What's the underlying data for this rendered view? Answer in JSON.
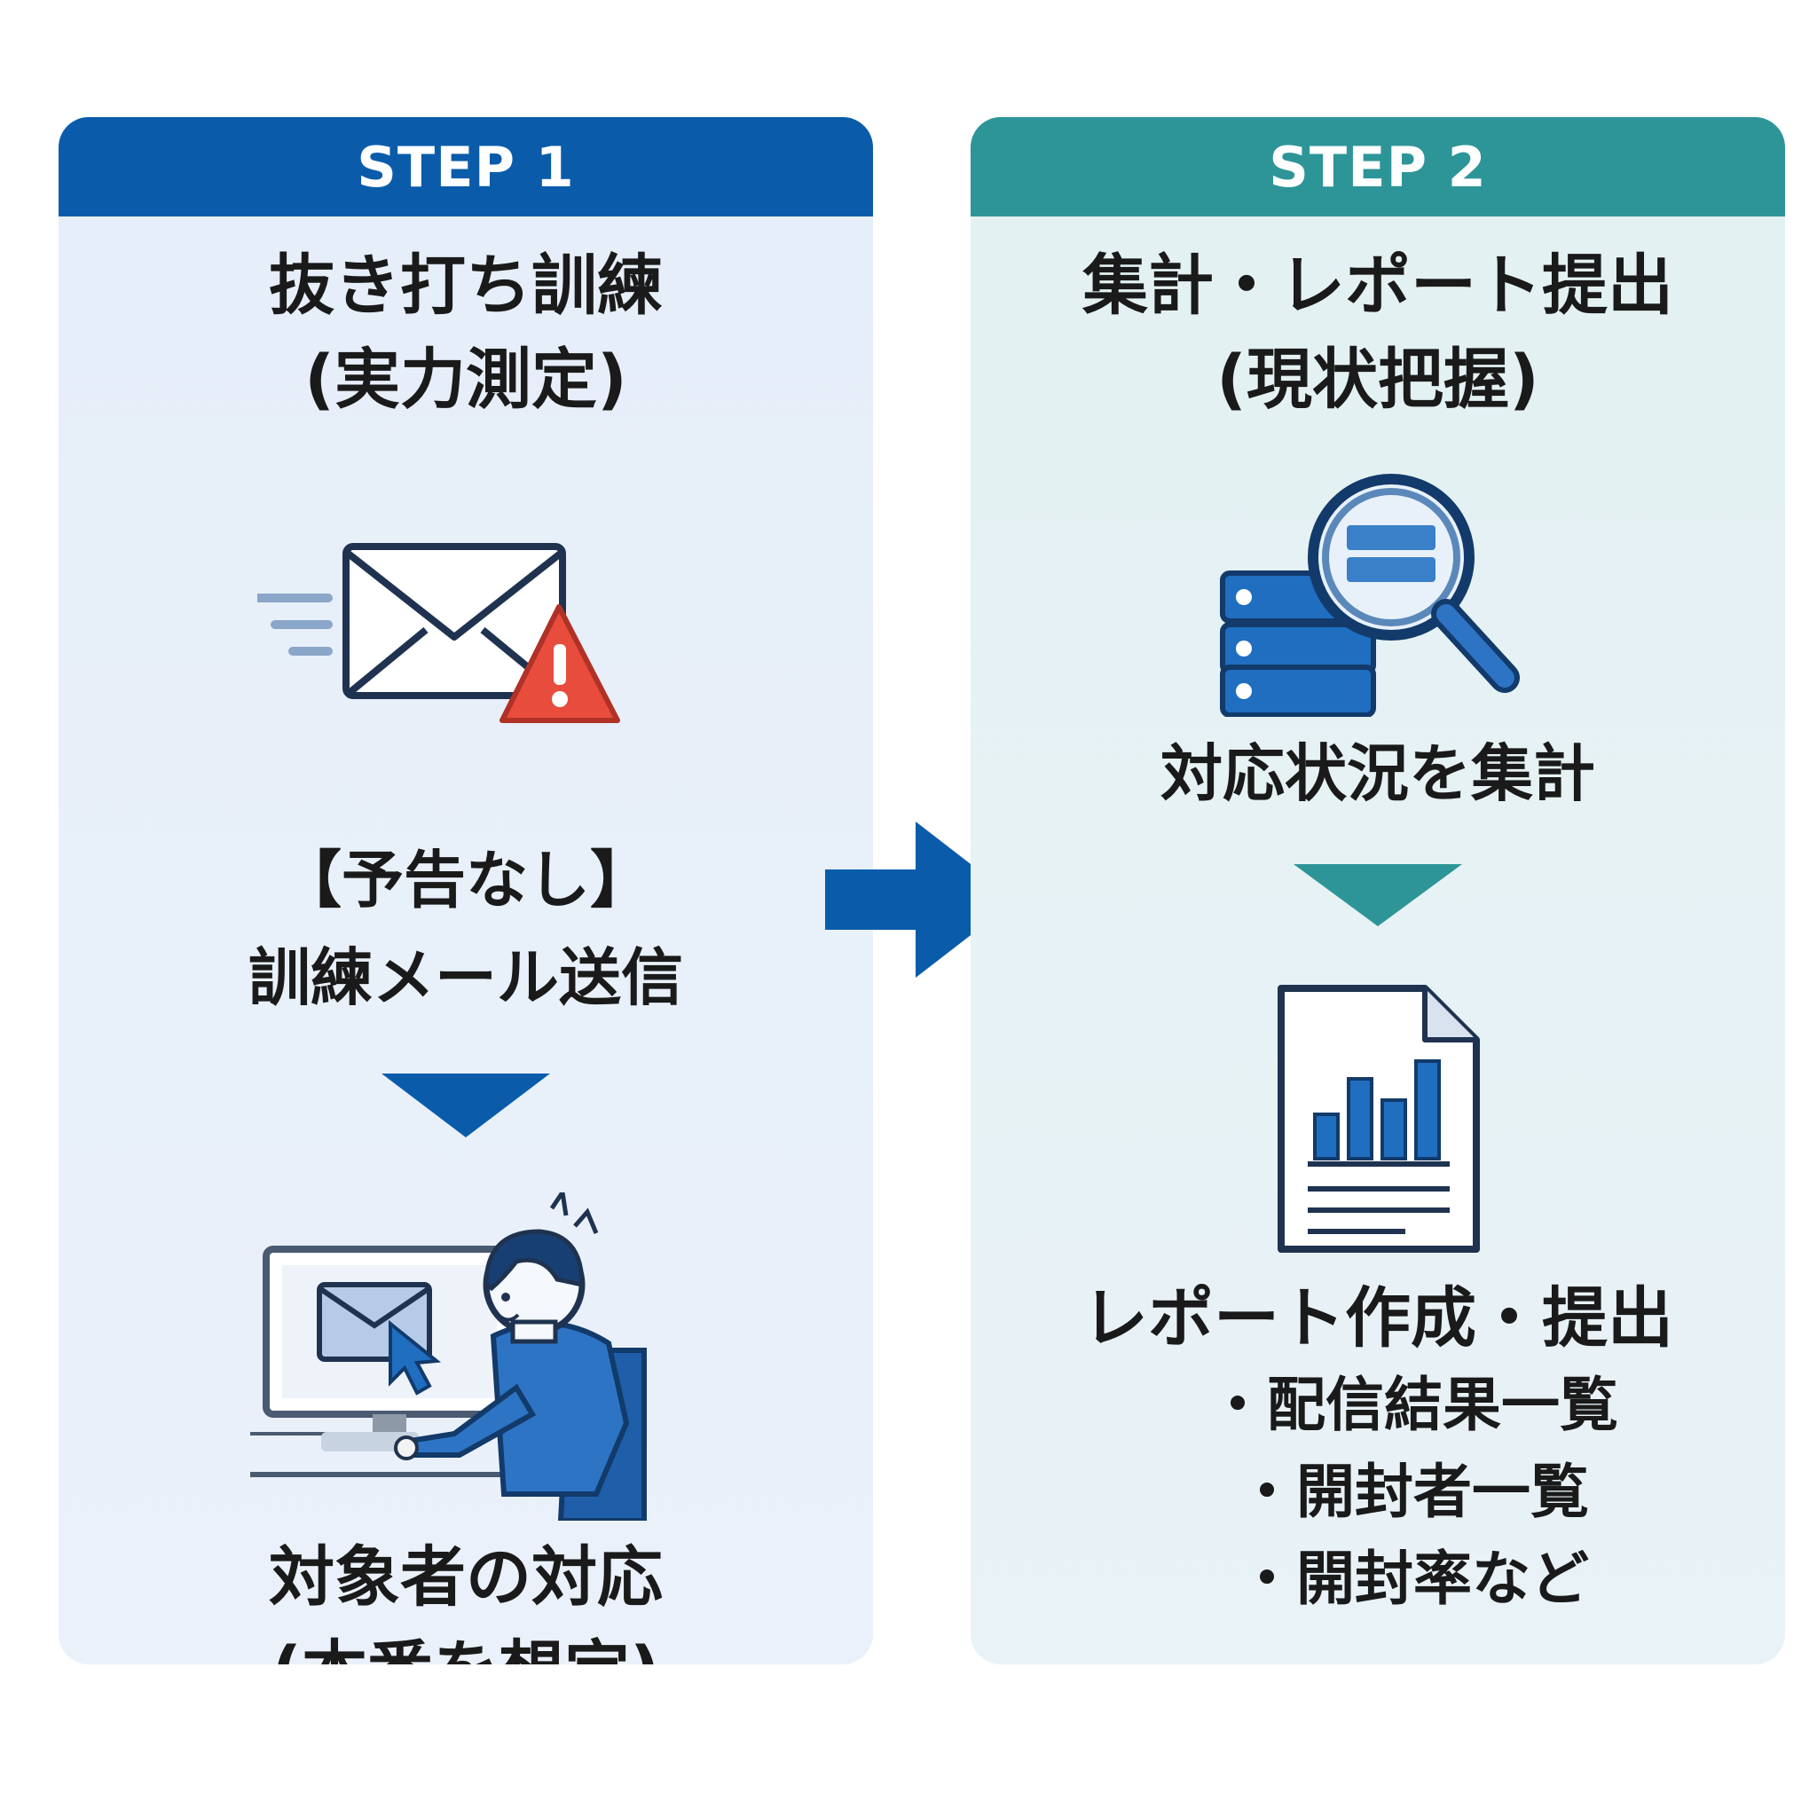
{
  "step1": {
    "header": "STEP 1",
    "title_line1": "抜き打ち訓練",
    "title_line2": "(実力測定)",
    "mail_label_line1": "【予告なし】",
    "mail_label_line2": "訓練メール送信",
    "response_line1": "対象者の対応",
    "response_line2": "(本番を想定)",
    "accent_color": "#0a5cab"
  },
  "step2": {
    "header": "STEP 2",
    "title_line1": "集計・レポート提出",
    "title_line2": "(現状把握)",
    "aggregate_label": "対応状況を集計",
    "report_title": "レポート作成・提出",
    "report_items": [
      "・配信結果一覧",
      "・開封者一覧",
      "・開封率など"
    ],
    "accent_color": "#2d9598"
  },
  "icons": {
    "mail": "envelope-warning-icon",
    "user": "person-at-computer-icon",
    "database": "database-search-icon",
    "report": "report-chart-icon",
    "flow": "arrow-right-icon"
  }
}
